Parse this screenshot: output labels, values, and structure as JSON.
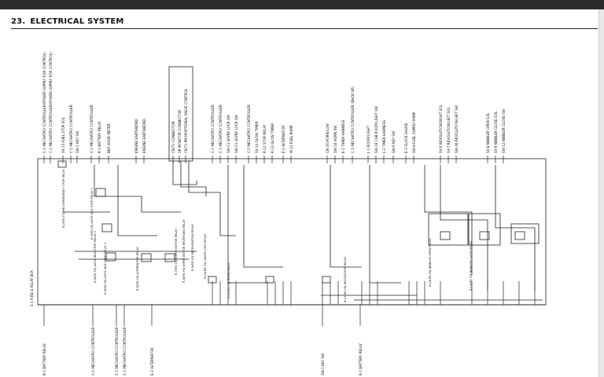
{
  "header": {
    "section_number": "23.",
    "section_title": "ELECTRICAL SYSTEM"
  },
  "diagram": {
    "top_labels": [
      "C-1  MECHATRO CONTROLLER(POWER SUPPLY FOR CONTROL)",
      "C-1  MECHATRO CONTROLLER(POWER SUPPLY FOR CONTROL)",
      "SV-13  FUEL STOP SOL",
      "C-1  MECHATRO CONTROLLER",
      "SW-1  KEY SW",
      "C-1  MECHATRO CONTROLLER",
      "R-1  BATTERY RELAY",
      "BKS  HOUR METER",
      "ENGINE EARTHBOND",
      "ENGINE EARTHBOND",
      "CN-T1  CONNECTOR",
      "SR  MONITOR CONNECTOR",
      "CN-T1  PROPORTIONAL VALVE CONTROL",
      "C-1  MECHATRO CONTROLLER",
      "C-1  MECHATRO CONTROLLER",
      "SW-11  LEVER LOCK SW",
      "SW-11  LEVER LOCK SW",
      "C-1  MECHATRO CONTROLLER",
      "SV-14  GLOW TIMER",
      "R-12  STOP RELAY",
      "R-13  GLOW TIMER",
      "E-2  ALTERNATOR",
      "M-12  FUEL PUMP",
      "CN-16  HORN LOW",
      "SW-10  HORN SW",
      "E-1  TIMER HARNESS",
      "C-1  MECHATRO CONTROLLER (BACK UP)",
      "L-1  ROOM LIGHT",
      "SW-10  CAB ROOM LIGHT SW",
      "L-2  TIMER HARNESS",
      "SW-6  KEY SW",
      "E-3  CLOCK GAUGE",
      "SW-9  FUEL SUPPLY PUMP",
      "SV-6  REVOLUTION RIGHT SOL",
      "SV-7  REVOLUTION LEFT SOL",
      "SW-30  REVOLUTION LEFT SW",
      "SV-8  NIBBLER OPEN SOL",
      "SV-9  NIBBLER CLOSE SOL",
      "SW-12  NIBBLER CLOSE SW"
    ],
    "relay_labels": [
      "R-2(R5,Y7) ENG EMERGENCY STOP RELAY",
      "R-3(R5,Y6) AUTO IDLE STOP RELAY 1",
      "R-4(R5,Y6) AUTO IDLE STOP RELAY 2",
      "R-5(R5,Y6) AUTO IDLE STOP RELAY 3",
      "R-6(R5,Y5) ALTERNATOR RELAY",
      "R-7(R5,Y5) WIPER MOTOR RELAY",
      "R-8(R5,Y5) WIPER MOTOR REVERSING RELAY",
      "R-9(R5,Y5) DECELERATION RELAY",
      "R-10(R5,Y5) LEVER LOCK RELAY",
      "R-11(R5,Y5) HORN RELAY",
      "R-13(R5,Y5) REVOLUTION RELAY",
      "R-14(R5,Y5) NIBBLER OPEN RELAY",
      "R-15(R5,Y5) NIBBLER CLOSE RELAY"
    ],
    "left_side_label": "E-1  FUSE & RELAY BOX",
    "bottom_labels": [
      "R-1  BATTERY RELAY",
      "C-1  MECHATRO CONTROLLER",
      "C-1  MECHATRO CONTROLLER",
      "C-1  MECHATRO CONTROLLER",
      "E-2  ALTERNATOR",
      "SW-1  KEY SW",
      "R-1  BATTERY RELAY"
    ]
  }
}
